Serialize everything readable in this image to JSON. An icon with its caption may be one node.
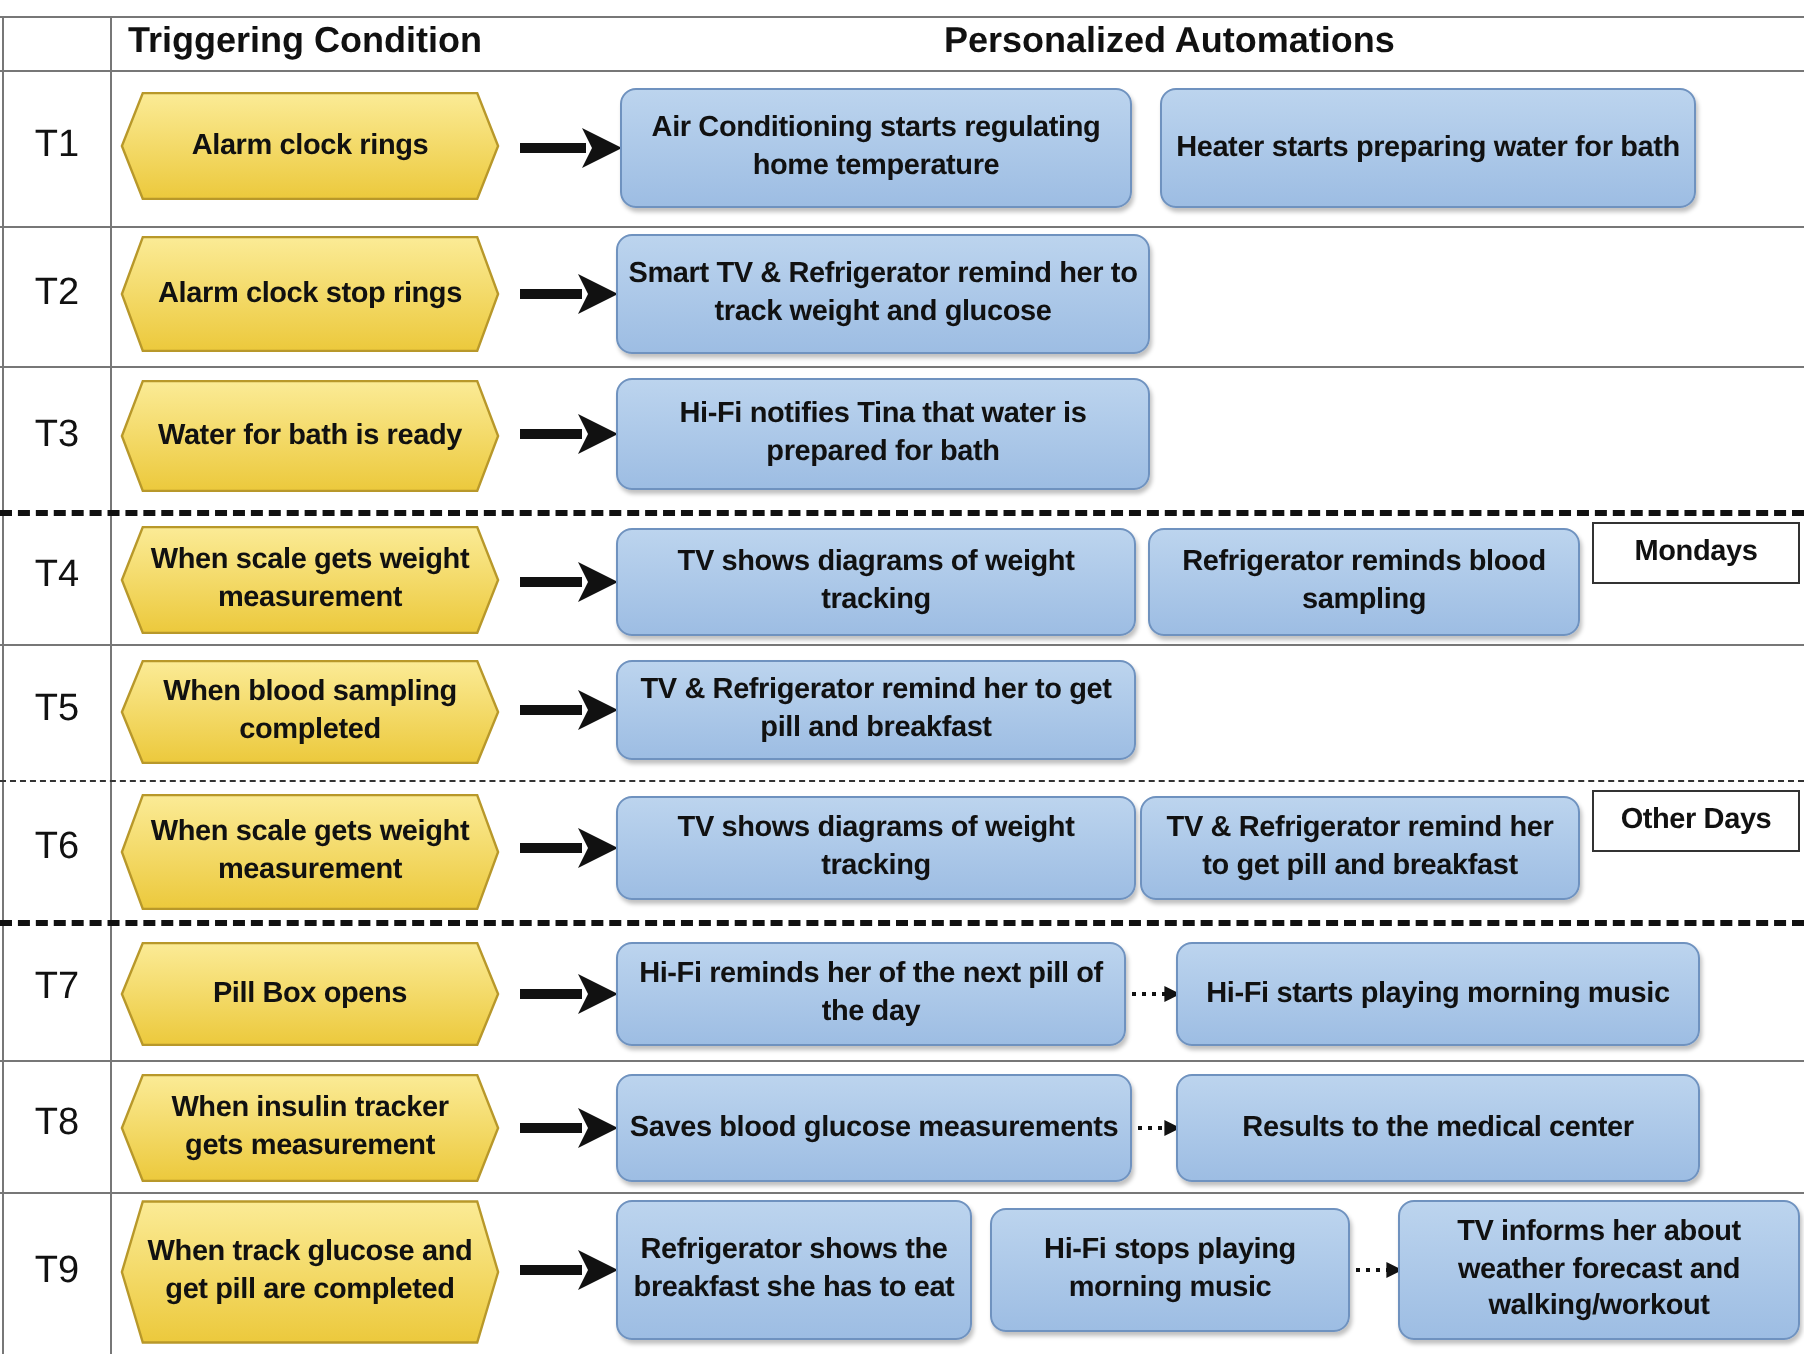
{
  "diagram": {
    "nodes": [
      {
        "text": [
          "Alarm clock rings"
        ]
      },
      {
        "text": [
          "Air Conditioning starts regulating home temperature"
        ]
      },
      {
        "text": [
          "Heater starts preparing water for bath"
        ]
      },
      {
        "text": [
          "Alarm clock stop rings"
        ]
      },
      {
        "text": [
          "Smart TV & Refrigerator remind her to track weight and glucose"
        ]
      },
      {
        "text": [
          "Water for bath is ready"
        ]
      },
      {
        "text": [
          "Hi-Fi notifies Tina that water is prepared for bath"
        ]
      },
      {
        "text": [
          "When scale gets weight measurement"
        ]
      },
      {
        "text": [
          "TV shows diagrams of weight tracking"
        ]
      },
      {
        "text": [
          "Refrigerator reminds blood sampling"
        ]
      },
      {
        "text": [
          "Mondays"
        ]
      },
      {
        "text": [
          "When blood sampling completed"
        ]
      },
      {
        "text": [
          "TV & Refrigerator remind her to get pill and breakfast"
        ]
      },
      {
        "text": [
          "When scale gets weight measurement"
        ]
      },
      {
        "text": [
          "TV shows diagrams of weight tracking"
        ]
      },
      {
        "text": [
          "TV & Refrigerator remind her to get pill and breakfast"
        ]
      },
      {
        "text": [
          "Other Days"
        ]
      },
      {
        "text": [
          "Pill Box opens"
        ]
      },
      {
        "text": [
          "Hi-Fi reminds her of the next pill of the day"
        ]
      },
      {
        "text": [
          "Hi-Fi starts playing morning music"
        ]
      },
      {
        "text": [
          "When insulin tracker gets measurement"
        ]
      },
      {
        "text": [
          "Saves blood glucose measurements"
        ]
      },
      {
        "text": [
          "Results to the medical center"
        ]
      },
      {
        "text": [
          "When track glucose and get pill are completed"
        ]
      },
      {
        "text": [
          "Refrigerator shows the breakfast she has to eat"
        ]
      },
      {
        "text": [
          "Hi-Fi stops playing morning music"
        ]
      },
      {
        "text": [
          "TV informs her about weather forecast and walking/workout"
        ]
      }
    ],
    "edges": [
      {
        "from": 0,
        "to": 1,
        "arrow": "to"
      },
      {
        "from": 3,
        "to": 4,
        "arrow": "to"
      },
      {
        "from": 5,
        "to": 6,
        "arrow": "to"
      },
      {
        "from": 7,
        "to": 8,
        "arrow": "to"
      },
      {
        "from": 11,
        "to": 12,
        "arrow": "to"
      },
      {
        "from": 13,
        "to": 14,
        "arrow": "to"
      },
      {
        "from": 17,
        "to": 18,
        "arrow": "to"
      },
      {
        "from": 18,
        "to": 19,
        "arrow": "to",
        "style": "dashed"
      },
      {
        "from": 20,
        "to": 21,
        "arrow": "to"
      },
      {
        "from": 21,
        "to": 22,
        "arrow": "to",
        "style": "dashed"
      },
      {
        "from": 23,
        "to": 24,
        "arrow": "to"
      },
      {
        "from": 25,
        "to": 26,
        "arrow": "to",
        "style": "dashed"
      }
    ],
    "labels": [
      "Triggering Condition",
      "Personalized Automations",
      "T1",
      "T2",
      "T3",
      "T4",
      "T5",
      "T6",
      "T7",
      "T8",
      "T9"
    ]
  }
}
